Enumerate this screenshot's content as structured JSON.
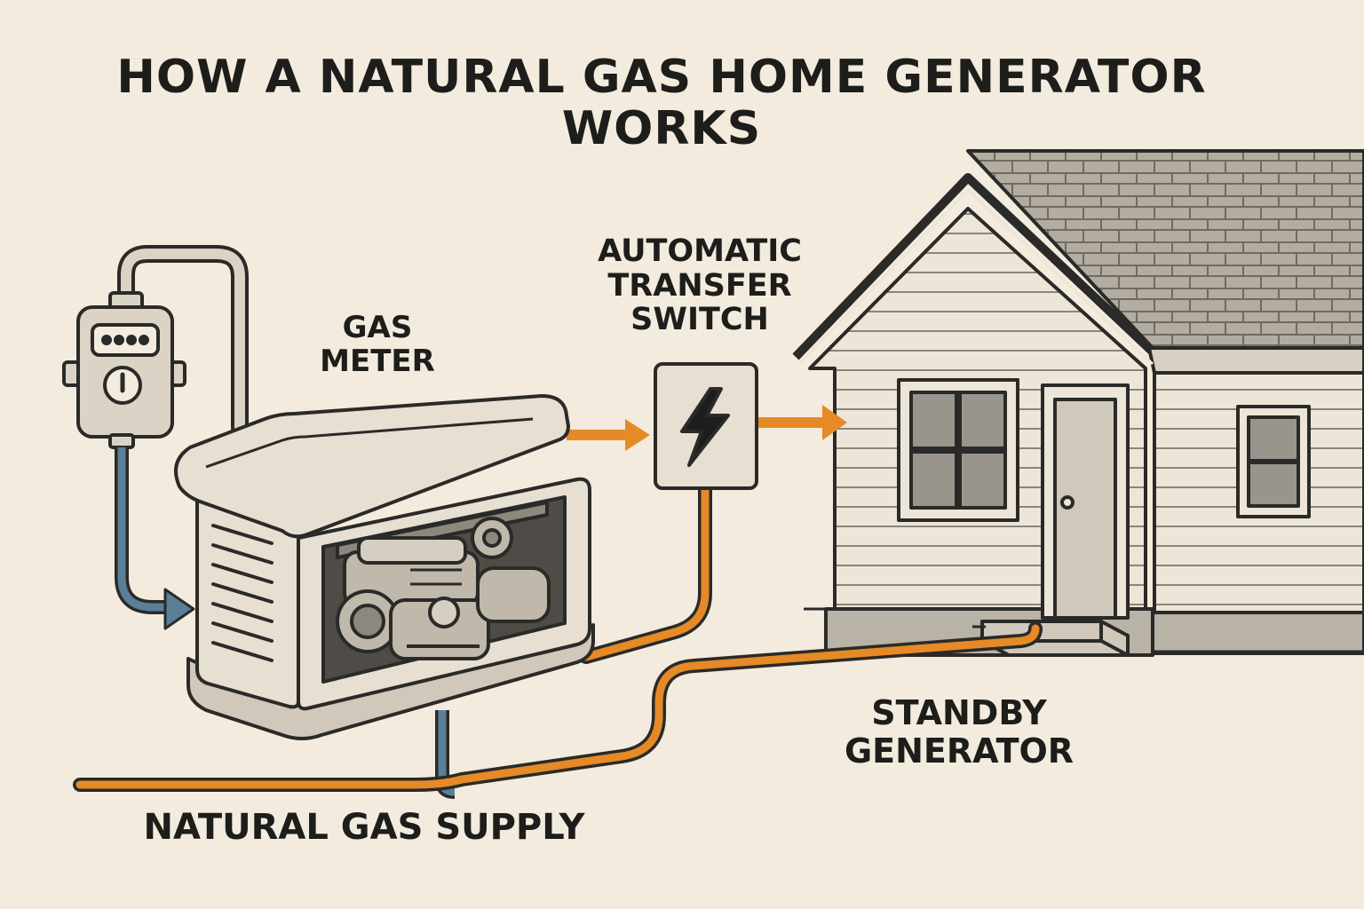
{
  "title_lines": [
    "HOW A NATURAL GAS HOME GENERATOR",
    "WORKS"
  ],
  "labels": {
    "gas_meter": [
      "GAS",
      "METER"
    ],
    "transfer_switch": [
      "AUTOMATIC",
      "TRANSFER",
      "SWITCH"
    ],
    "standby_generator": [
      "STANDBY",
      "GENERATOR"
    ],
    "gas_supply": "NATURAL GAS SUPPLY"
  },
  "colors": {
    "background": "#f3ebdd",
    "gas_line": "#5c7f99",
    "power_line": "#e58a26",
    "outline": "#2a2a28",
    "siding": "#ece5d8",
    "roof": "#b3aca1",
    "metal": "#dad3c6"
  },
  "icons": [
    "lightning-bolt-icon",
    "arrow-right-icon",
    "arrow-icon"
  ]
}
